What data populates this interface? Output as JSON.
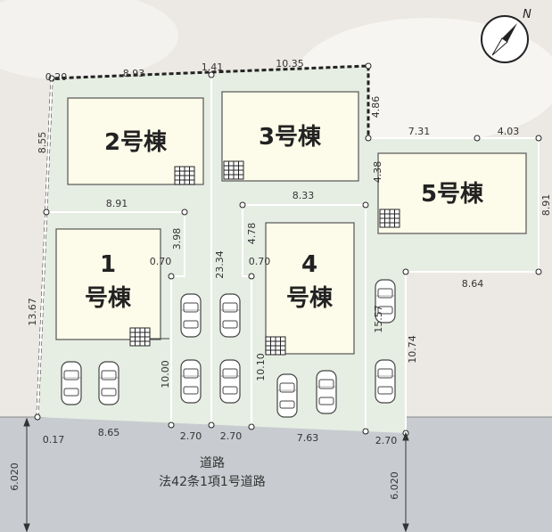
{
  "compass": {
    "label": "N",
    "icon": "north-arrow-icon"
  },
  "buildings": {
    "b1_line1": "1",
    "b1_line2": "号棟",
    "b2": "2号棟",
    "b3": "3号棟",
    "b4_line1": "4",
    "b4_line2": "号棟",
    "b5": "5号棟"
  },
  "road": {
    "line1": "道路",
    "line2": "法42条1項1号道路",
    "width_left": "6.020",
    "width_right": "6.020"
  },
  "dimensions": {
    "d_020": "0.20",
    "d_893": "8.93",
    "d_141": "1.41",
    "d_1035": "10.35",
    "d_486": "4.86",
    "d_855": "8.55",
    "d_731": "7.31",
    "d_403": "4.03",
    "d_438": "4.38",
    "d_891v": "8.91",
    "d_891": "8.91",
    "d_833": "8.33",
    "d_398": "3.98",
    "d_478": "4.78",
    "d_070a": "0.70",
    "d_070b": "0.70",
    "d_2334": "23.34",
    "d_1367": "13.67",
    "d_864": "8.64",
    "d_1557": "15.57",
    "d_1074": "10.74",
    "d_1000": "10.00",
    "d_1010": "10.10",
    "d_017": "0.17",
    "d_865": "8.65",
    "d_270a": "2.70",
    "d_270b": "2.70",
    "d_763": "7.63",
    "d_270c": "2.70"
  }
}
